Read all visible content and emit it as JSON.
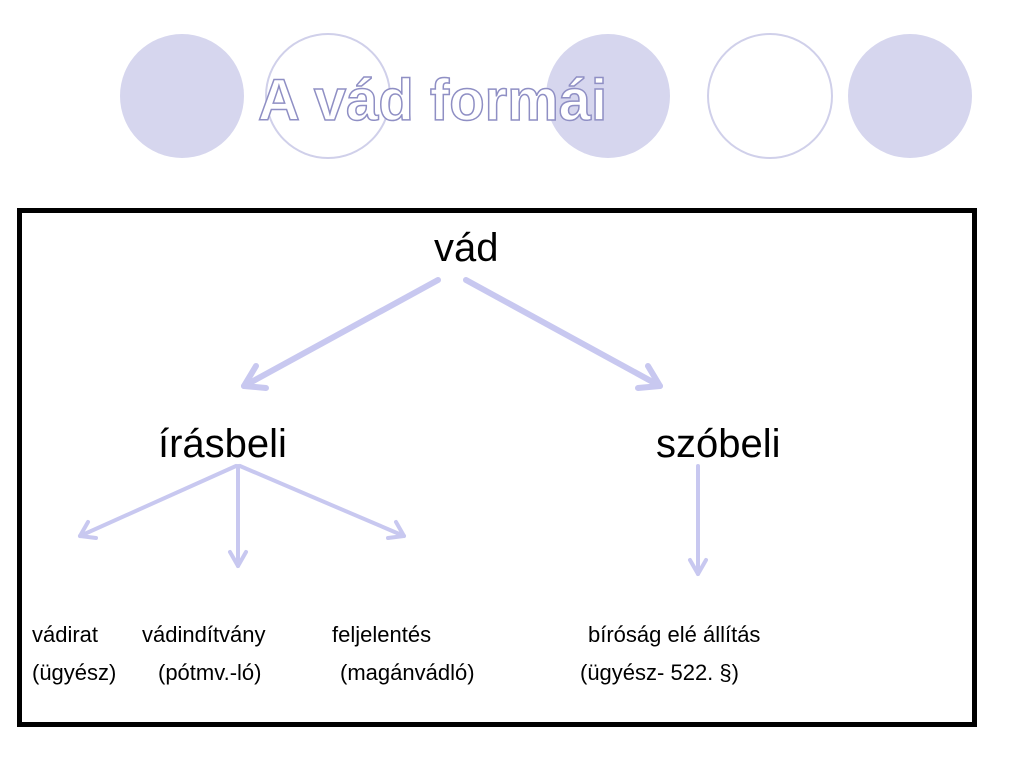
{
  "title": "A vád formái",
  "diagram": {
    "root": "vád",
    "branches": [
      {
        "label": "írásbeli",
        "leaves": [
          {
            "name": "vádirat",
            "who": "(ügyész)"
          },
          {
            "name": "vádindítvány",
            "who": "(pótmv.-ló)"
          },
          {
            "name": "feljelentés",
            "who": "(magánvádló)"
          }
        ]
      },
      {
        "label": "szóbeli",
        "leaves": [
          {
            "name": "bíróság elé állítás",
            "who": "(ügyész- 522. §)"
          }
        ]
      }
    ]
  },
  "colors": {
    "accent_fill": "#d6d6ee",
    "accent_stroke": "#c4c4e6",
    "arrow": "#c8c8f0",
    "frame": "#000000",
    "title_outline": "#8f8fc4"
  }
}
